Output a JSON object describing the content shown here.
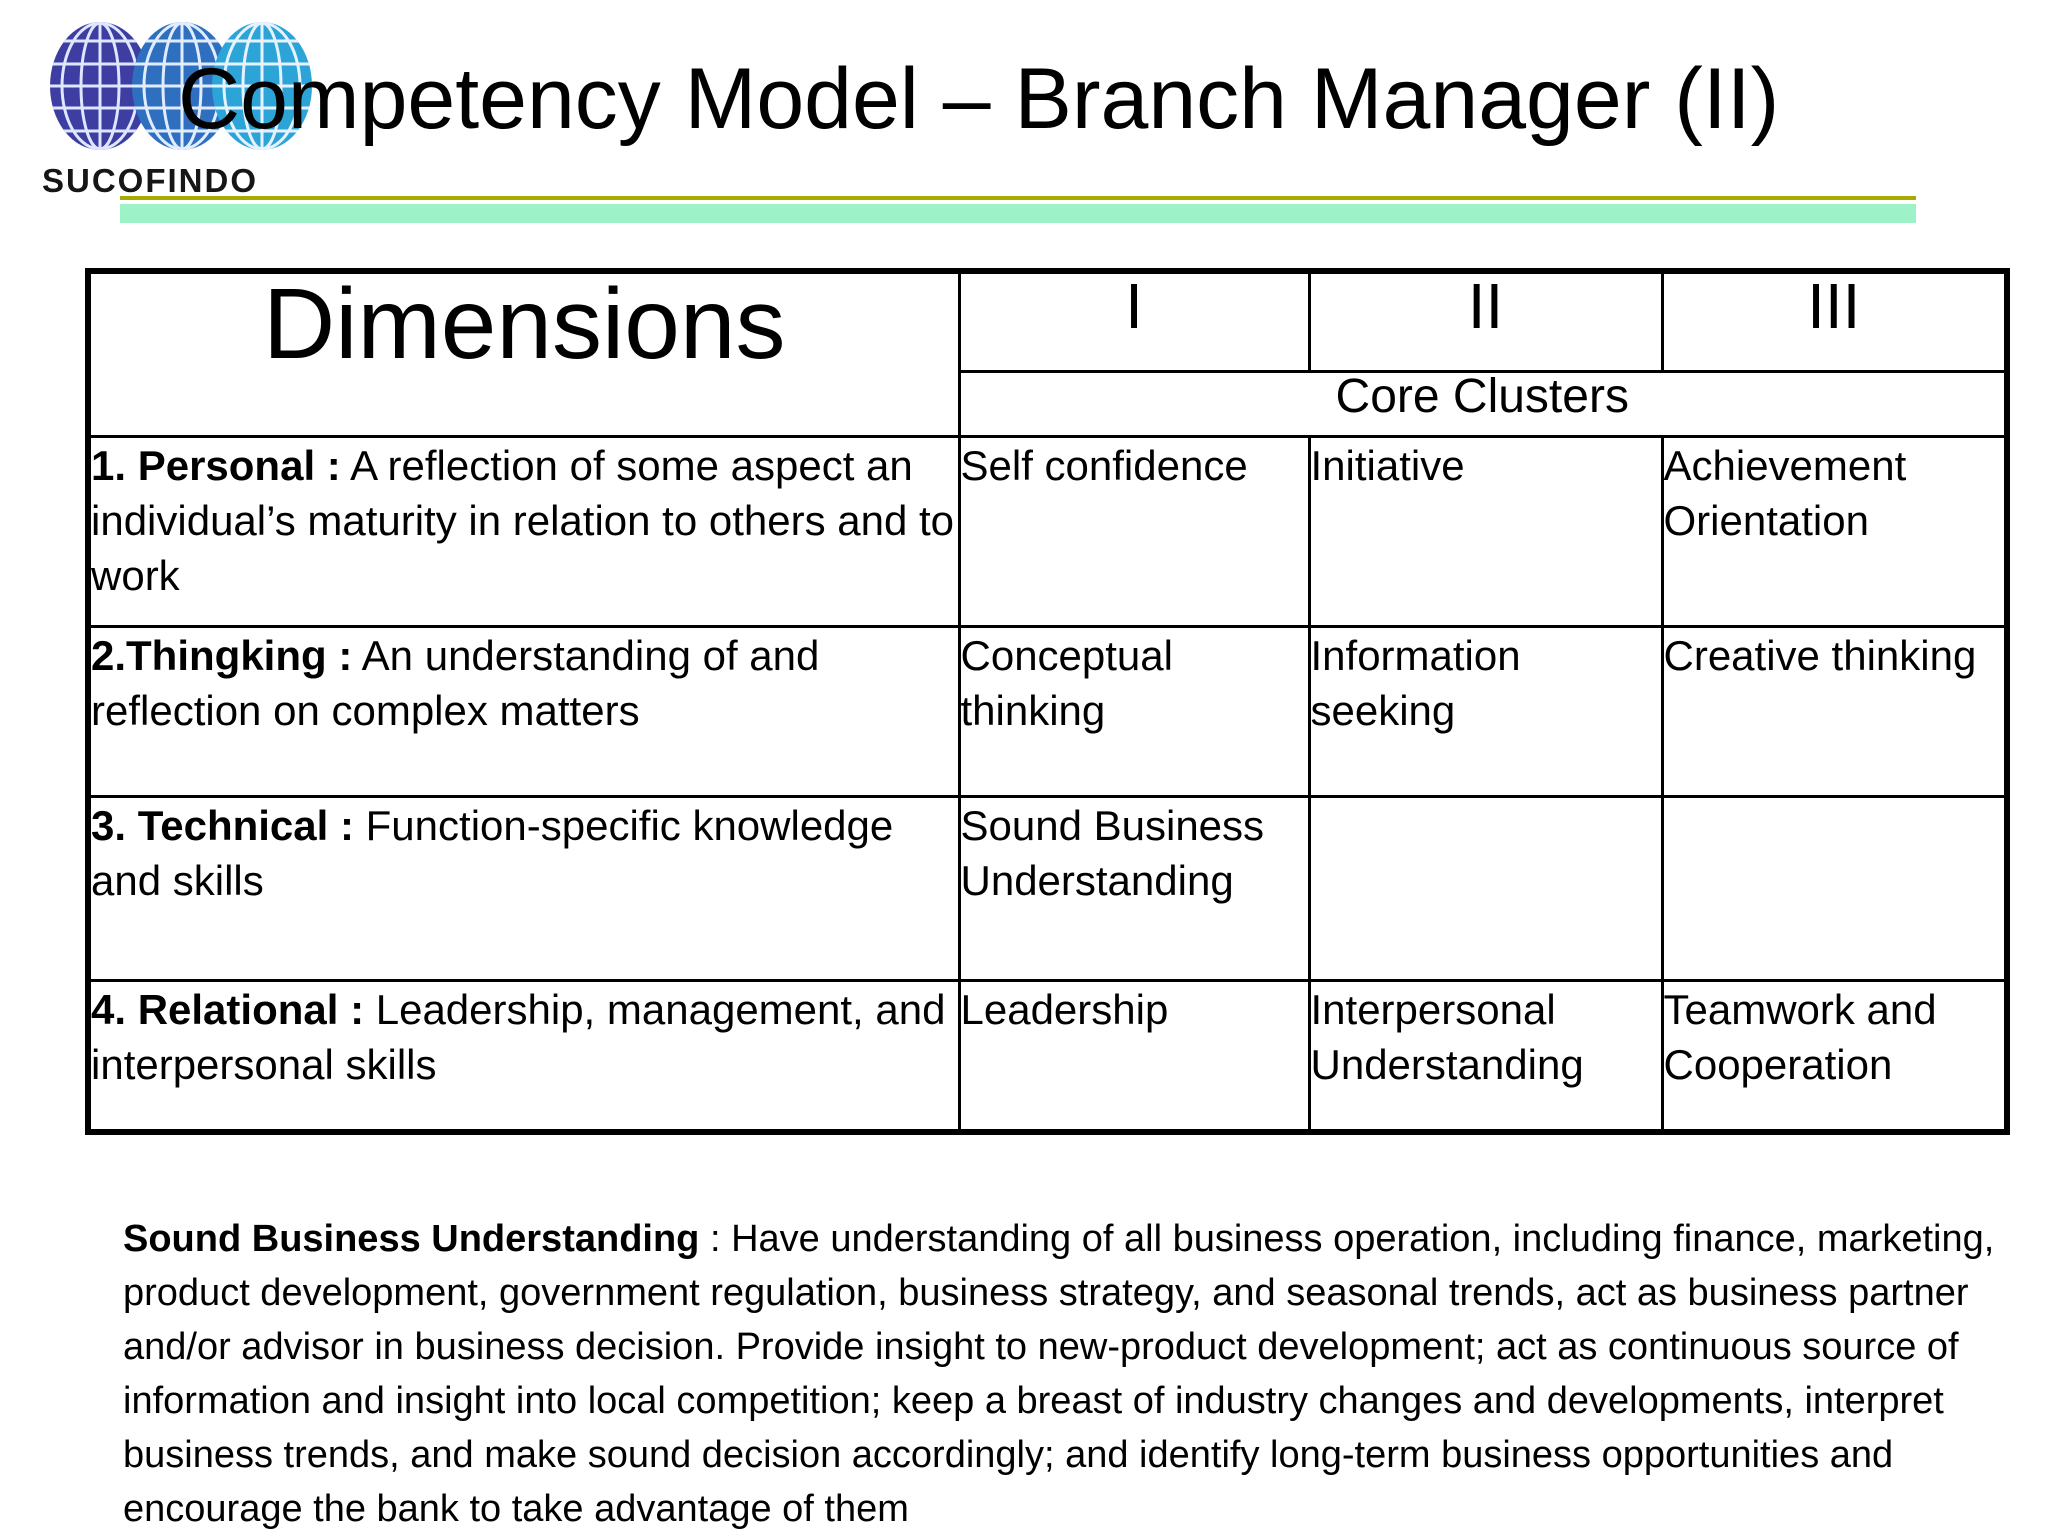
{
  "slide": {
    "logo": {
      "brand": "SUCOFINDO"
    },
    "title": "Competency Model – Branch Manager (II)",
    "table": {
      "corner_header": "Dimensions",
      "column_headers": [
        "I",
        "II",
        "III"
      ],
      "span_header": "Core Clusters",
      "rows": [
        {
          "label": "1. Personal :",
          "description": "A reflection of some aspect an individual’s maturity in relation to others and to work",
          "clusters": [
            "Self confidence",
            "Initiative",
            "Achievement Orientation"
          ]
        },
        {
          "label": "2.Thingking :",
          "description": "An understanding of and reflection on complex matters",
          "clusters": [
            "Conceptual thinking",
            "Information seeking",
            "Creative thinking"
          ]
        },
        {
          "label": "3. Technical :",
          "description": "Function-specific knowledge and skills",
          "clusters": [
            "Sound Business Understanding",
            "",
            ""
          ]
        },
        {
          "label": "4. Relational :",
          "description": "Leadership, management, and interpersonal skills",
          "clusters": [
            "Leadership",
            "Interpersonal Understanding",
            "Teamwork and Cooperation"
          ]
        }
      ]
    },
    "footnote": {
      "term": "Sound Business Understanding",
      "definition": ": Have understanding of all business operation, including finance, marketing, product development, government regulation, business strategy, and seasonal trends, act as business partner and/or advisor in business decision. Provide insight to new-product development; act as continuous source of information and insight into local competition; keep a breast of industry changes and developments, interpret business trends, and make sound decision accordingly; and identify long-term business opportunities and encourage the bank to take advantage of them"
    },
    "colors": {
      "accent_line": "#a5ab00",
      "accent_bar": "#9ef2c8",
      "globe_dark": "#3d3da2",
      "globe_mid": "#2e6fc0",
      "globe_light": "#2da4d8",
      "table_border": "#000000",
      "background": "#ffffff"
    }
  }
}
